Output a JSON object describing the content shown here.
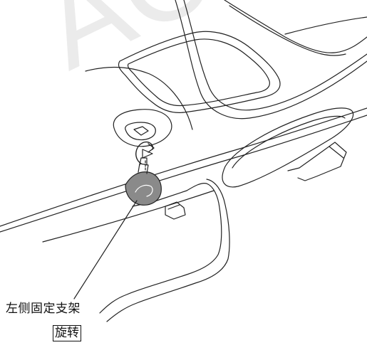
{
  "figure": {
    "callout_label": "左侧固定支架",
    "action_label": "旋转",
    "watermark_text": "AC",
    "colors": {
      "line": "#222222",
      "bracket_fill": "#8a8a8a",
      "watermark": "#ebebeb"
    }
  }
}
